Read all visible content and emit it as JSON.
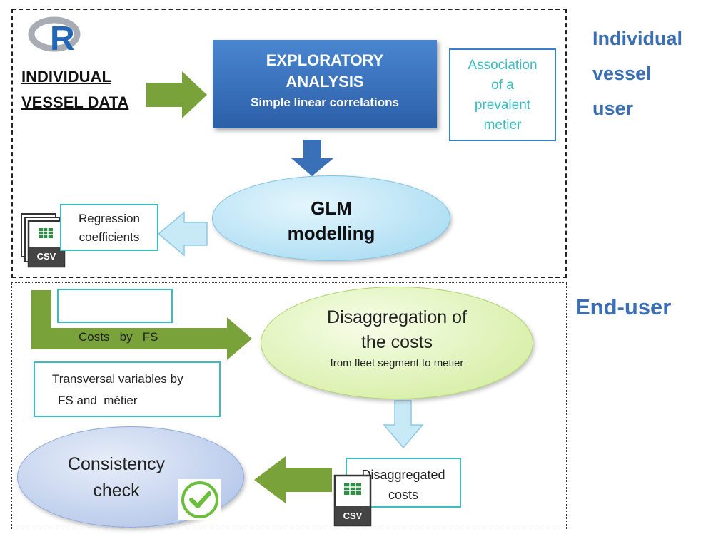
{
  "logo": {
    "letter": "R"
  },
  "top": {
    "input_line1": "INDIVIDUAL",
    "input_line2": "VESSEL DATA",
    "exploratory": {
      "line1": "EXPLORATORY",
      "line2": "ANALYSIS",
      "line3": "Simple linear correlations"
    },
    "association": {
      "line1": "Association",
      "line2": "of a",
      "line3": "prevalent",
      "line4": "metier"
    },
    "glm": {
      "line1": "GLM",
      "line2": "modelling"
    },
    "regression": {
      "line1": "Regression",
      "line2": "coefficients"
    },
    "side_label": {
      "line1": "Individual",
      "line2": "vessel",
      "line3": "user"
    }
  },
  "bottom": {
    "costs_by_fs": "Costs   by   FS",
    "transversal": {
      "line1": "Transversal variables by",
      "line2": "FS and  métier"
    },
    "disaggregation": {
      "line1": "Disaggregation of",
      "line2": "the costs",
      "line3": "from fleet segment to metier"
    },
    "disaggregated": {
      "line1": "Disaggregated",
      "line2": "costs"
    },
    "consistency": {
      "line1": "Consistency",
      "line2": "check"
    },
    "side_label": "End-user"
  },
  "file_icon_label": "CSV",
  "colors": {
    "dark_blue": "#2b5fa8",
    "light_blue_text": "#3a6fb5",
    "teal_text": "#3bbcc0",
    "green_arrow": "#7aa23a",
    "light_blue_arrow": "#b8e2f4"
  }
}
